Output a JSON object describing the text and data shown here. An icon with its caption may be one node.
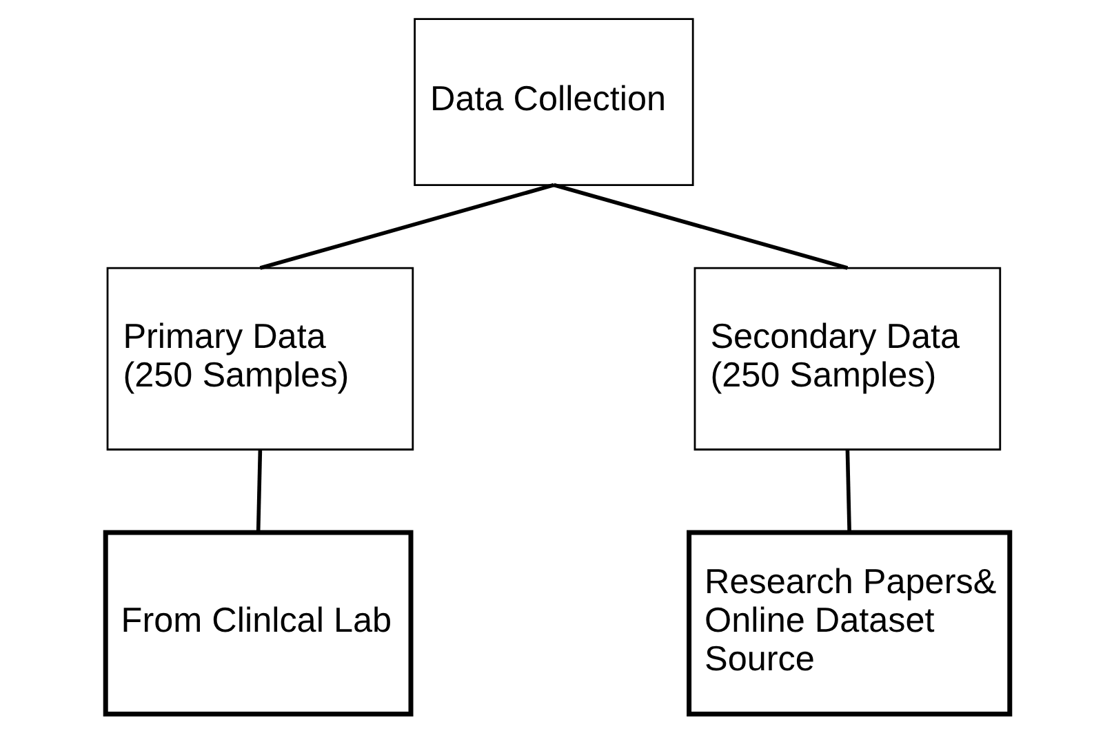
{
  "diagram": {
    "nodes": [
      {
        "text": [
          "Data Collection"
        ]
      },
      {
        "text": [
          "Primary Data (250 Samples)"
        ]
      },
      {
        "text": [
          "Secondary Data (250 Samples)"
        ]
      },
      {
        "text": [
          "From Clinlcal Lab"
        ]
      },
      {
        "text": [
          "Research Papers& Online Dataset Source"
        ]
      }
    ],
    "edges": [
      {
        "from": 0,
        "to": 1,
        "arrow": "none"
      },
      {
        "from": 0,
        "to": 2,
        "arrow": "none"
      },
      {
        "from": 1,
        "to": 3,
        "arrow": "none"
      },
      {
        "from": 2,
        "to": 4,
        "arrow": "none"
      }
    ]
  }
}
